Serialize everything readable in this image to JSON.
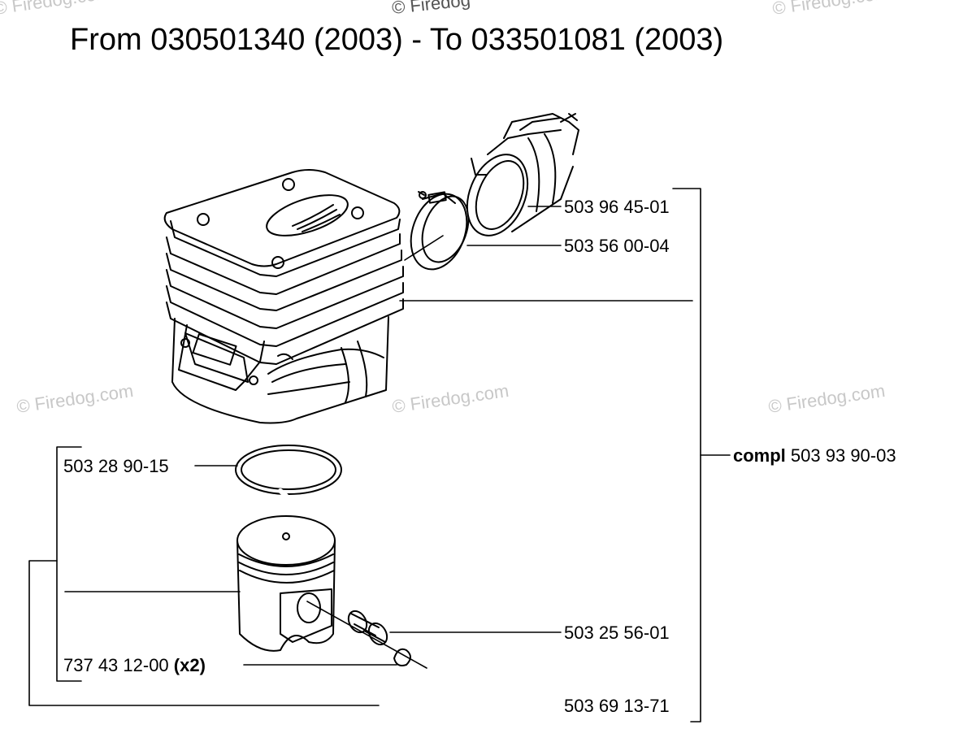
{
  "title": "From 030501340 (2003) - To 033501081 (2003)",
  "watermark": "© Firedog.com",
  "watermark_top": "© Firedog",
  "parts": {
    "intake_boot": "503 96 45-01",
    "clamp": "503 56 00-04",
    "ring": "503 28 90-15",
    "bearing": "503 25 56-01",
    "circlip": "737 43 12-00",
    "circlip_qty": "(x2)",
    "piston_kit": "503 69 13-71",
    "complete_prefix": "compl",
    "complete": "503 93 90-03"
  },
  "colors": {
    "line": "#000000",
    "watermark": "#c8c8c8"
  }
}
